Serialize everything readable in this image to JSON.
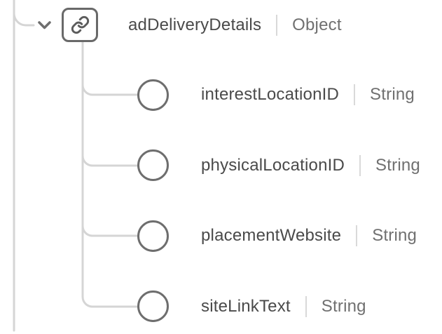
{
  "schema_tree": {
    "root": {
      "name": "adDeliveryDetails",
      "type": "Object"
    },
    "children": [
      {
        "name": "interestLocationID",
        "type": "String"
      },
      {
        "name": "physicalLocationID",
        "type": "String"
      },
      {
        "name": "placementWebsite",
        "type": "String"
      },
      {
        "name": "siteLinkText",
        "type": "String"
      }
    ],
    "icons": {
      "root": "link-icon",
      "child": "circle-node-icon",
      "expand": "chevron-down-icon"
    },
    "colors": {
      "tree_line": "#d5d5d5",
      "icon_stroke": "#6e6e6e",
      "field_name_text": "#4a4a4a",
      "field_type_text": "#707070",
      "divider": "#d9d9d9",
      "background": "#ffffff"
    }
  }
}
